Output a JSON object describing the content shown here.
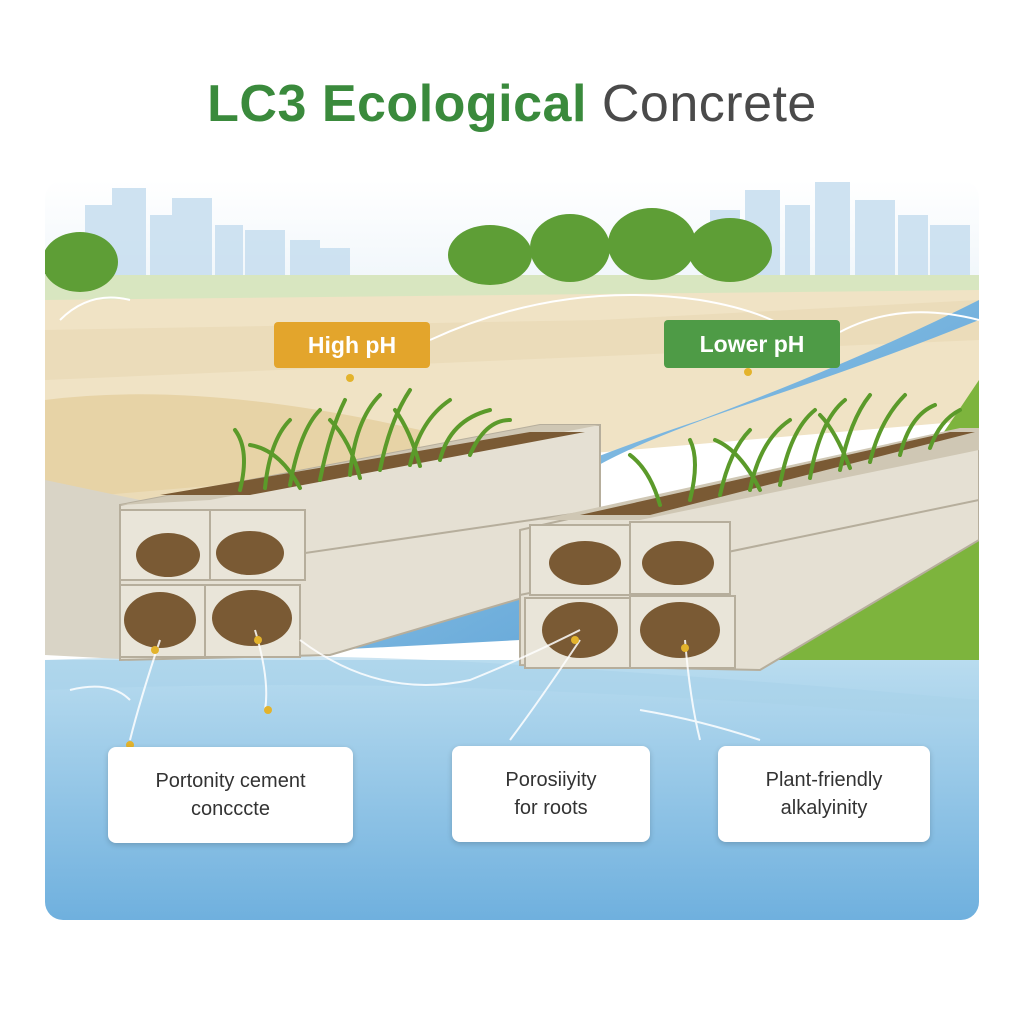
{
  "title": {
    "part1": "LC3 Ecological",
    "part2": "Concrete"
  },
  "tags": {
    "high": {
      "label": "High pH",
      "color": "#e3a52c"
    },
    "low": {
      "label": "Lower pH",
      "color": "#4e9b46"
    }
  },
  "callouts": [
    {
      "line1": "Portonity cement",
      "line2": "concccte"
    },
    {
      "line1": "Porosiiyity",
      "line2": "for roots"
    },
    {
      "line1": "Plant-friendly",
      "line2": "alkalyinity"
    }
  ],
  "colors": {
    "water": "#8fc4e4",
    "grass": "#6aa632",
    "concrete": "#e4e0d4",
    "soil": "#7a5a34",
    "sand": "#eedfc0"
  }
}
